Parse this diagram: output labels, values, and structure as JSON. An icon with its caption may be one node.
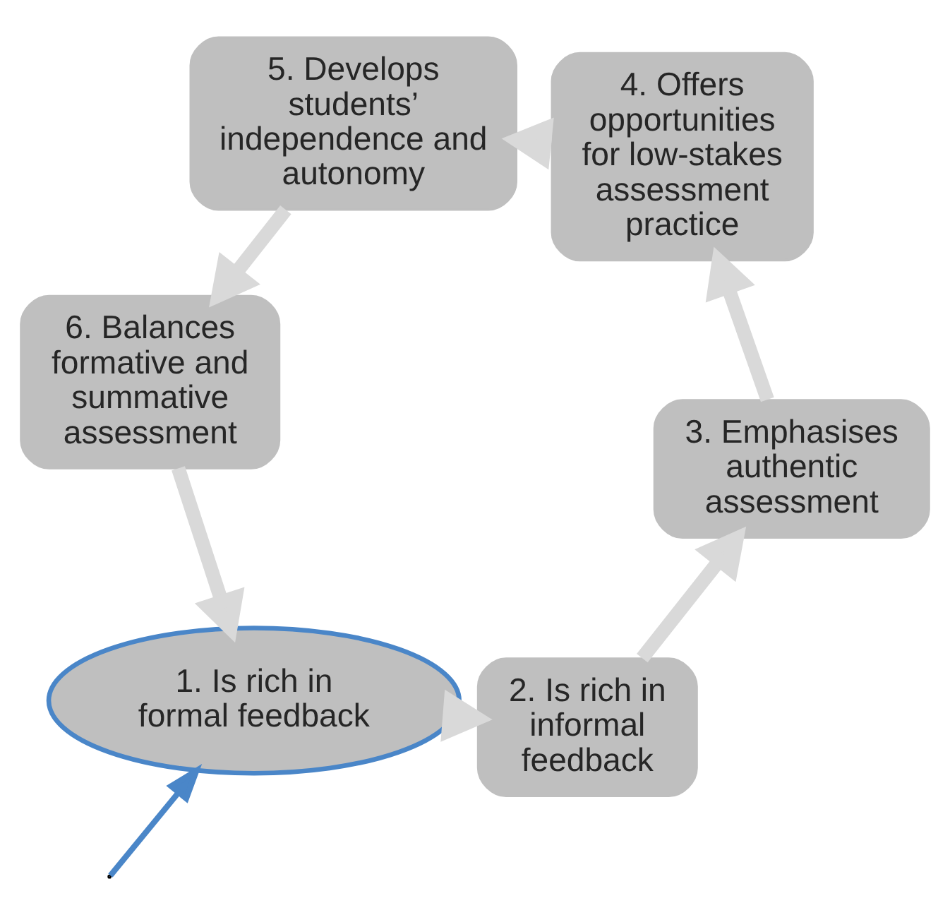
{
  "diagram": {
    "nodes": [
      {
        "text": [
          "1. Is rich in formal feedback"
        ]
      },
      {
        "text": [
          "2. Is rich in informal feedback"
        ]
      },
      {
        "text": [
          "3. Emphasises authentic assessment"
        ]
      },
      {
        "text": [
          "4. Offers opportunities for low-stakes assessment practice"
        ]
      },
      {
        "text": [
          "5. Develops students’ independence and autonomy"
        ]
      },
      {
        "text": [
          "6. Balances formative and summative assessment"
        ]
      }
    ],
    "edges": [
      {
        "from": 0,
        "to": 1,
        "arrow": "to"
      },
      {
        "from": 1,
        "to": 2,
        "arrow": "to"
      },
      {
        "from": 2,
        "to": 3,
        "arrow": "to"
      },
      {
        "from": 3,
        "to": 4,
        "arrow": "to"
      },
      {
        "from": 4,
        "to": 5,
        "arrow": "to"
      },
      {
        "from": 5,
        "to": 0,
        "arrow": "to"
      },
      {
        "from": null,
        "to": 0,
        "arrow": "to",
        "color": "#4a86c8"
      }
    ]
  }
}
